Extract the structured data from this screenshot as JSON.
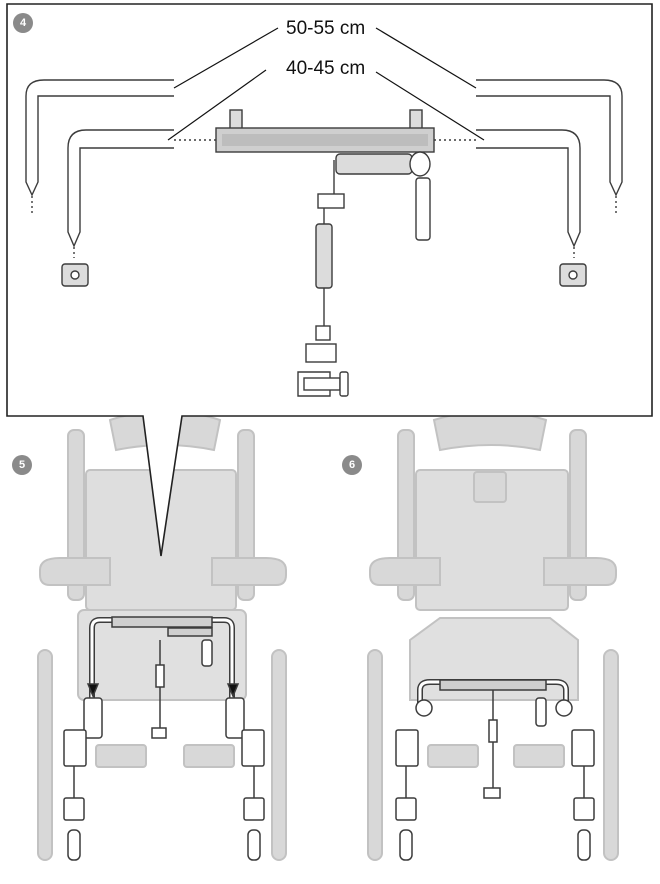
{
  "steps": {
    "panel_4": "4",
    "panel_5": "5",
    "panel_6": "6"
  },
  "dimensions": {
    "outer": "50-55 cm",
    "inner": "40-45 cm"
  },
  "colors": {
    "line": "#3c3c3c",
    "ghost": "#d4d4d4",
    "ghost_stroke": "#bdbdbd",
    "part_fill": "#cfcfcf",
    "badge": "#8a8a8a"
  }
}
